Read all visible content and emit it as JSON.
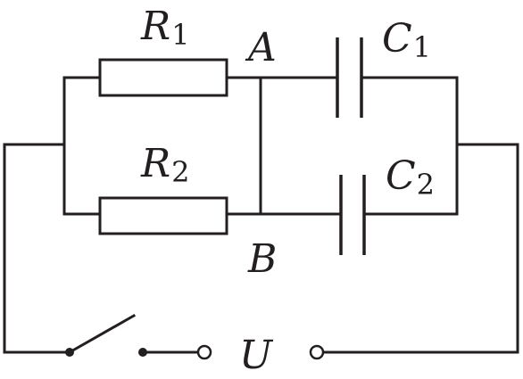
{
  "labels": {
    "R1": {
      "main": "R",
      "sub": "1"
    },
    "R2": {
      "main": "R",
      "sub": "2"
    },
    "C1": {
      "main": "C",
      "sub": "1"
    },
    "C2": {
      "main": "C",
      "sub": "2"
    },
    "A": "A",
    "B": "B",
    "U": "U"
  },
  "colors": {
    "ink": "#231f20",
    "background": "#ffffff"
  },
  "switch": {
    "state": "open"
  }
}
